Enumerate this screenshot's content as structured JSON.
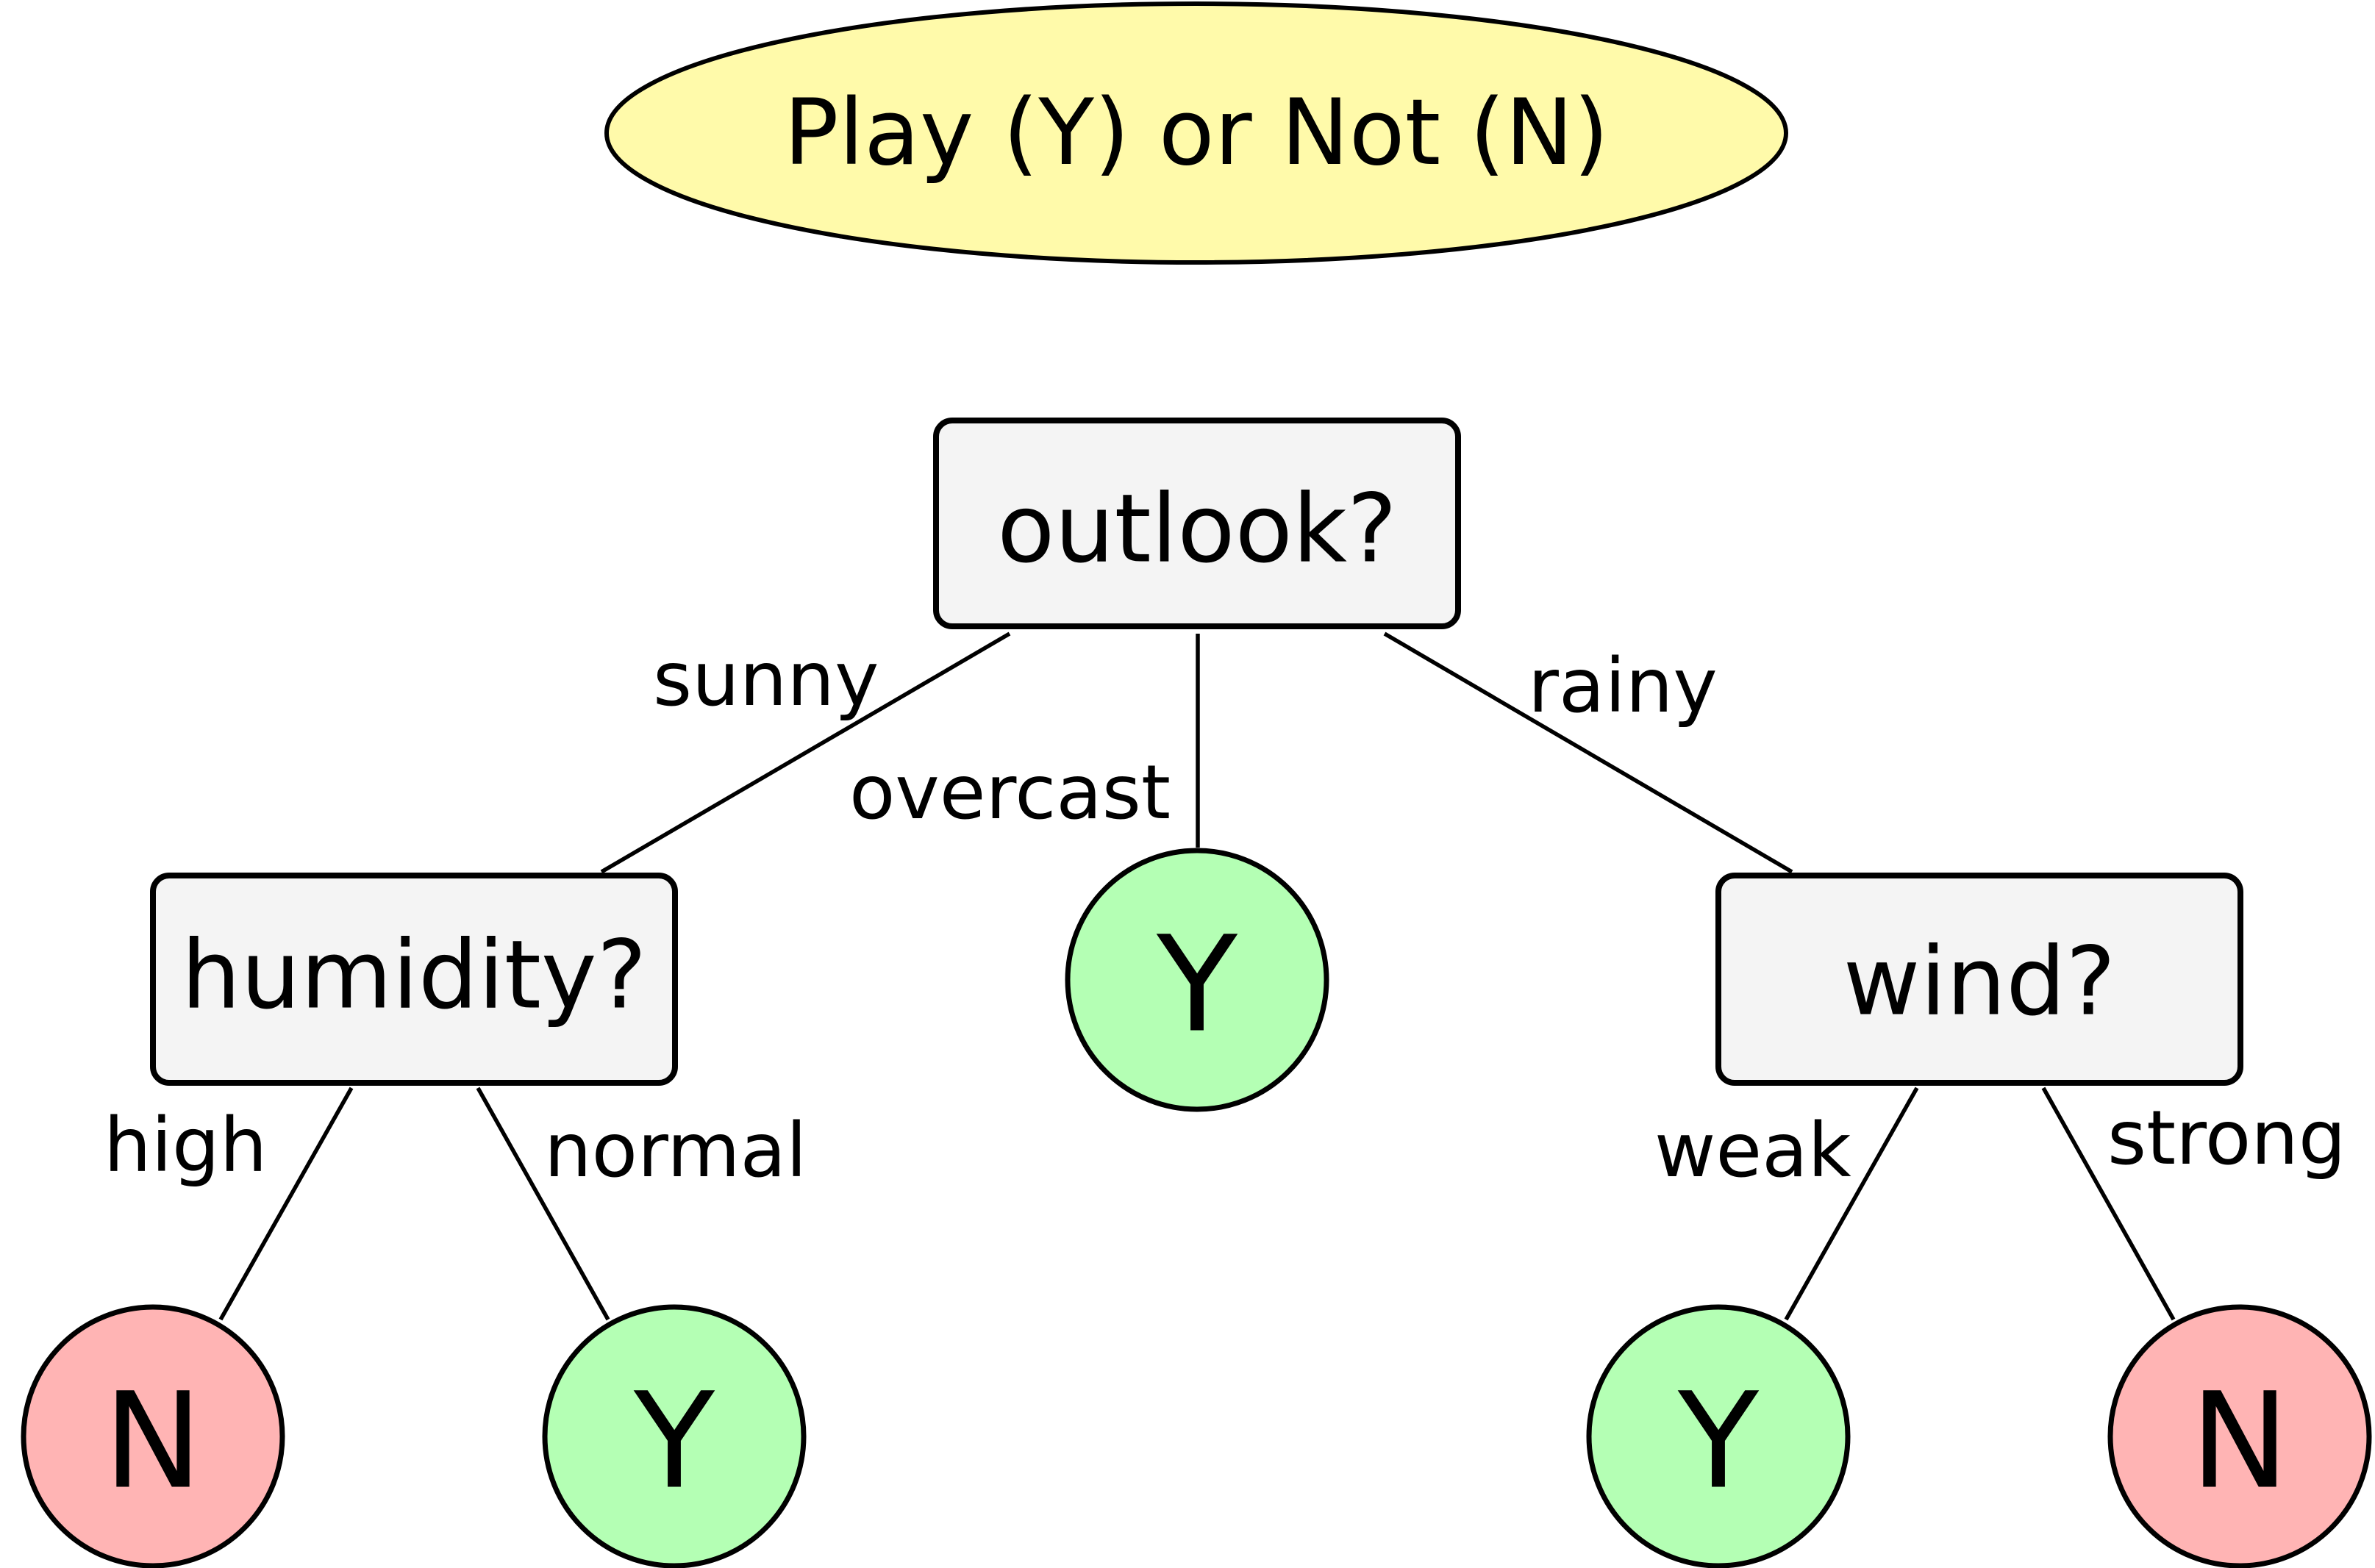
{
  "title": "Play (Y) or Not (N)",
  "colors": {
    "title_fill": "#fffaaa",
    "decision_fill": "#f4f4f4",
    "yes_fill": "#b4ffb4",
    "no_fill": "#ffb4b4"
  },
  "nodes": {
    "outlook": "outlook?",
    "humidity": "humidity?",
    "wind": "wind?"
  },
  "leaves": {
    "overcast": "Y",
    "high": "N",
    "normal": "Y",
    "weak": "Y",
    "strong": "N"
  },
  "edges": {
    "sunny": "sunny",
    "overcast": "overcast",
    "rainy": "rainy",
    "high": "high",
    "normal": "normal",
    "weak": "weak",
    "strong": "strong"
  }
}
